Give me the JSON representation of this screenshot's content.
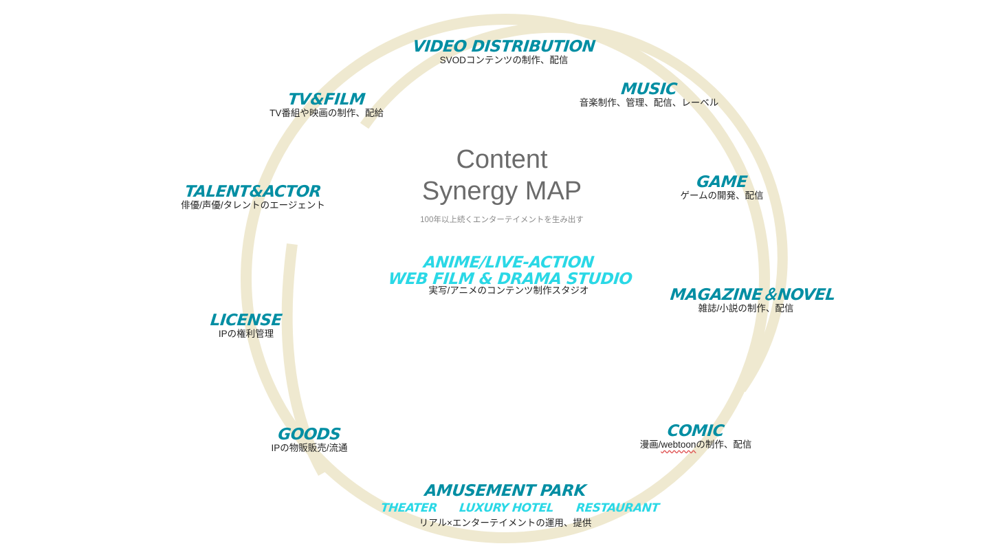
{
  "diagram": {
    "title_line1": "Content",
    "title_line2": "Synergy MAP",
    "subtitle": "100年以上続くエンターテイメントを生み出す",
    "colors": {
      "label": "#008ea3",
      "label_center": "#2ad8e6",
      "ring": "#efe9d0"
    },
    "nodes": {
      "video": {
        "label": "VIDEO DISTRIBUTION",
        "desc": "SVODコンテンツの制作、配信"
      },
      "music": {
        "label": "MUSIC",
        "desc": "音楽制作、管理、配信、レーベル"
      },
      "tvfilm": {
        "label": "TV&FILM",
        "desc": "TV番組や映画の制作、配給"
      },
      "talent": {
        "label": "TALENT&ACTOR",
        "desc": "俳優/声優/タレントのエージェント"
      },
      "game": {
        "label": "GAME",
        "desc": "ゲームの開発、配信"
      },
      "magazine": {
        "label": "MAGAZINE＆NOVEL",
        "desc": "雑誌/小説の制作、配信"
      },
      "license": {
        "label": "LICENSE",
        "desc": "IPの権利管理"
      },
      "goods": {
        "label": "GOODS",
        "desc": "IPの物販販売/流通"
      },
      "comic": {
        "label": "COMIC",
        "desc_pre": "漫画/",
        "desc_mark": "webtoon",
        "desc_post": "の制作、配信"
      },
      "center": {
        "label_line1": "ANIME/LIVE-ACTION",
        "label_line2": "WEB FILM & DRAMA STUDIO",
        "desc": "実写/アニメのコンテンツ制作スタジオ"
      },
      "amusement": {
        "label": "AMUSEMENT PARK",
        "sub": [
          "THEATER",
          "LUXURY HOTEL",
          "RESTAURANT"
        ],
        "desc": "リアル×エンターテイメントの運用、提供"
      }
    }
  }
}
